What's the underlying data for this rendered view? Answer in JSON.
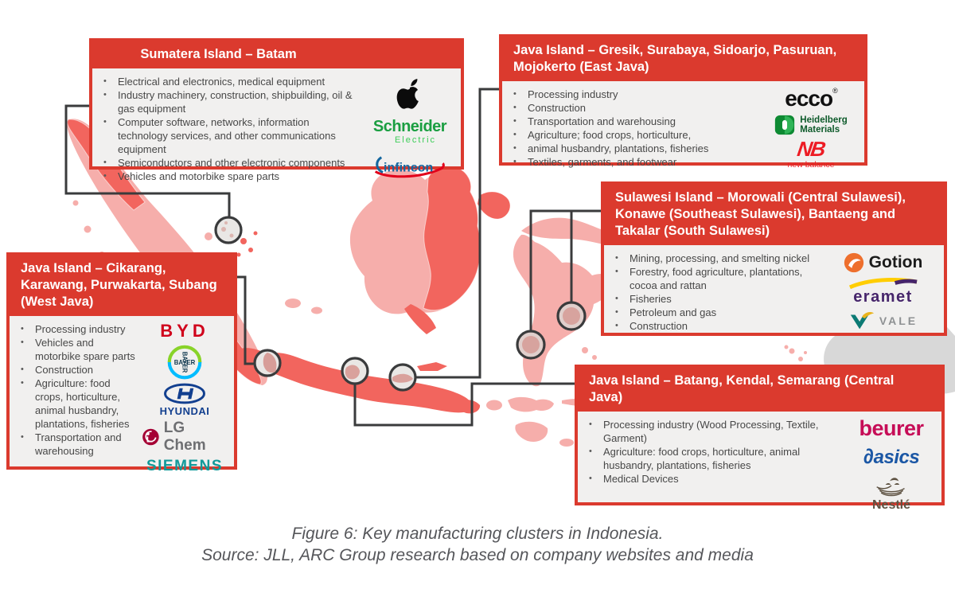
{
  "caption": {
    "line1": "Figure 6: Key manufacturing clusters in Indonesia.",
    "line2": "Source: JLL, ARC Group research based on company websites and media"
  },
  "colors": {
    "box_red": "#db3a2e",
    "box_body": "#f1f0ef",
    "map_light_pink": "#f6aeab",
    "map_dark_salmon": "#f2655e",
    "map_gray": "#d8d8d8",
    "connector": "#3a3b3c"
  },
  "boxes": {
    "sumatera": {
      "title": "Sumatera Island – Batam",
      "bullets": [
        "Electrical and electronics, medical equipment",
        "Industry machinery, construction, shipbuilding, oil & gas equipment",
        "Computer software, networks, information technology services, and other communications equipment",
        "Semiconductors and other electronic components",
        "Vehicles and motorbike spare parts"
      ],
      "logo_names": "Apple, Schneider Electric, Infineon"
    },
    "east_java": {
      "title": "Java Island – Gresik, Surabaya, Sidoarjo, Pasuruan, Mojokerto (East Java)",
      "bullets": [
        "Processing industry",
        "Construction",
        "Transportation and warehousing",
        "Agriculture; food crops, horticulture,",
        "animal husbandry, plantations, fisheries",
        "Textiles, garments, and footwear"
      ],
      "logo_names": "ecco, Heidelberg Materials, new balance"
    },
    "sulawesi": {
      "title": "Sulawesi Island – Morowali (Central Sulawesi), Konawe (Southeast Sulawesi), Bantaeng and Takalar (South Sulawesi)",
      "bullets": [
        "Mining, processing, and smelting nickel",
        "Forestry, food agriculture, plantations, cocoa and rattan",
        "Fisheries",
        "Petroleum and gas",
        "Construction"
      ],
      "logo_names": "Gotion, eramet, VALE"
    },
    "west_java": {
      "title": "Java Island – Cikarang, Karawang, Purwakarta, Subang (West Java)",
      "bullets": [
        "Processing industry",
        "Vehicles and motorbike spare parts",
        "Construction",
        "Agriculture: food crops, horticulture, animal husbandry, plantations, fisheries",
        "Transportation and warehousing"
      ],
      "logo_names": "BYD, Bayer, Hyundai, LG Chem, SIEMENS"
    },
    "central_java": {
      "title": "Java Island – Batang, Kendal, Semarang (Central Java)",
      "bullets": [
        "Processing industry (Wood Processing, Textile, Garment)",
        "Agriculture: food crops, horticulture, animal husbandry, plantations, fisheries",
        "Medical Devices"
      ],
      "logo_names": "beurer, asics, Nestlé"
    }
  },
  "logos": {
    "apple": {
      "name": "Apple"
    },
    "schneider": {
      "line1": "Schneider",
      "line2": "Electric"
    },
    "infineon": {
      "text": "infineon"
    },
    "ecco": {
      "text": "ecco",
      "reg": "®"
    },
    "heidelberg": {
      "line1": "Heidelberg",
      "line2": "Materials"
    },
    "new_balance": {
      "mark": "NB",
      "text": "new balance"
    },
    "gotion": {
      "text": "Gotion"
    },
    "eramet": {
      "text": "eramet"
    },
    "vale": {
      "text": "VALE"
    },
    "byd": {
      "text": "BYD"
    },
    "bayer": {
      "text": "BAYER"
    },
    "hyundai": {
      "text": "HYUNDAI"
    },
    "lg_chem": {
      "text": "LG Chem"
    },
    "siemens": {
      "text": "SIEMENS"
    },
    "beurer": {
      "text": "beurer"
    },
    "asics": {
      "symbol": "∂",
      "text": "asics"
    },
    "nestle": {
      "text": "Nestlé"
    }
  }
}
